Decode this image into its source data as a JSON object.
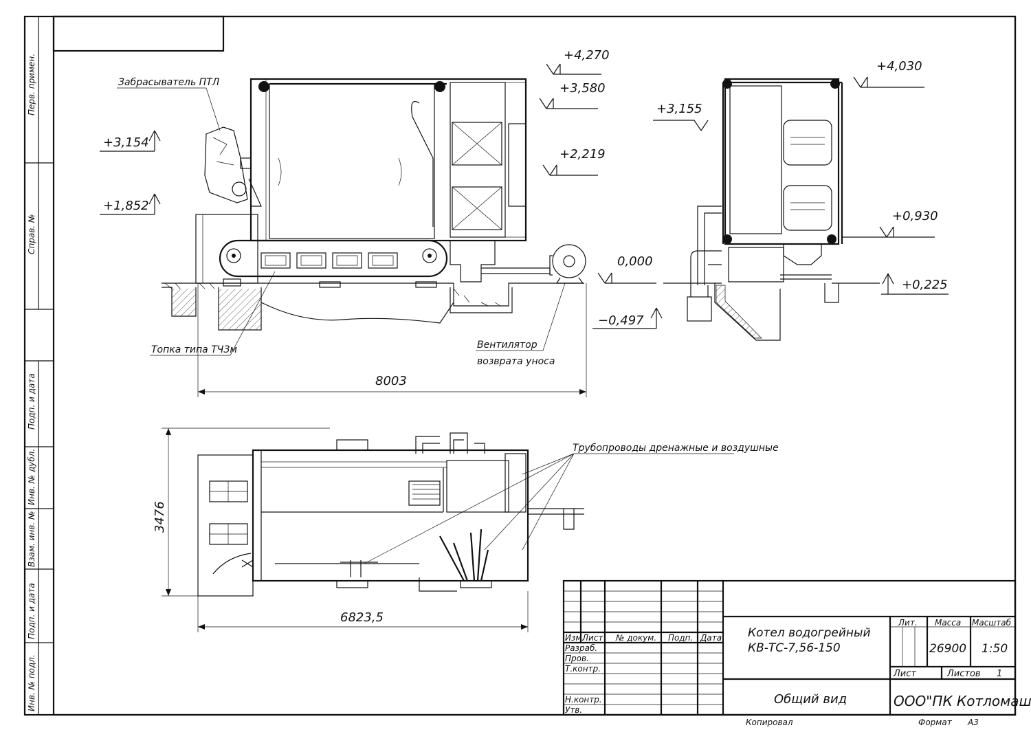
{
  "side_strip": {
    "perv_primen": "Перв. примен.",
    "sprav": "Справ. №",
    "podp_data_1": "Подп. и дата",
    "inv_dubl": "Инв. № дубл.",
    "vzam_inv": "Взам. инв. №",
    "podp_data_2": "Подп. и дата",
    "inv_podl": "Инв. № подл."
  },
  "elevations": {
    "e4270": "+4,270",
    "e3580": "+3,580",
    "e2219": "+2,219",
    "e3154": "+3,154",
    "e1852": "+1,852",
    "e0000": "0,000",
    "em0497": "−0,497",
    "e4030": "+4,030",
    "e3155": "+3,155",
    "e0930": "+0,930",
    "e0225": "+0,225"
  },
  "labels": {
    "zabrasyvatel": "Забрасыватель ПТЛ",
    "topka": "Топка типа ТЧЗм",
    "ventilator_1": "Вентилятор",
    "ventilator_2": "возврата уноса",
    "truboprovody": "Трубопроводы дренажные и воздушные"
  },
  "dimensions": {
    "width_side": "8003",
    "width_plan": "6823,5",
    "height_plan": "3476"
  },
  "title_block": {
    "h_izm": "Изм.",
    "h_list": "Лист",
    "h_ndokum": "№ докум.",
    "h_podp": "Подп.",
    "h_data": "Дата",
    "razrab": "Разраб.",
    "prov": "Пров.",
    "tkontr": "Т.контр.",
    "nkontr": "Н.контр.",
    "utv": "Утв.",
    "title_1": "Котел водогрейный",
    "title_2": "КВ-ТС-7,56-150",
    "doc_name": "Общий вид",
    "lit": "Лит.",
    "massa": "Масса",
    "masshtab": "Масштаб",
    "massa_val": "26900",
    "masshtab_val": "1:50",
    "list": "Лист",
    "listov": "Листов",
    "listov_val": "1",
    "org": "ООО\"ПК Котломаш\"",
    "kopiroval": "Копировал",
    "format": "Формат",
    "format_val": "А3"
  }
}
